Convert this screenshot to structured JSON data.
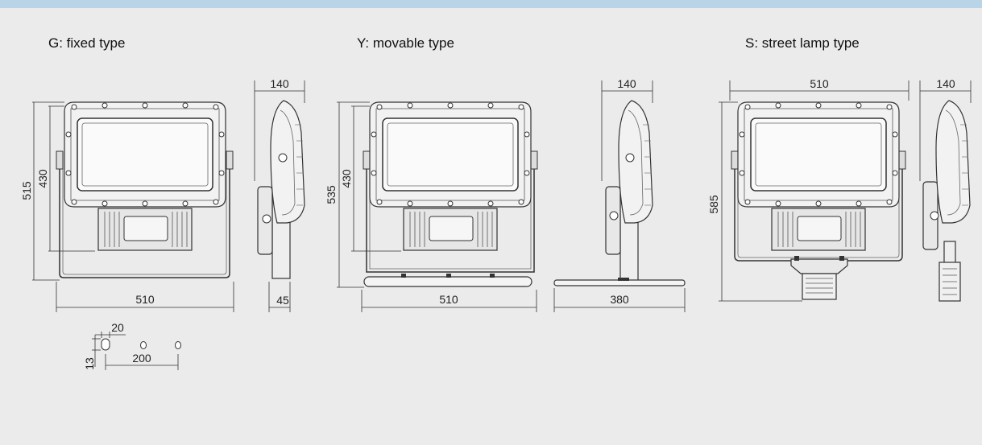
{
  "titles": {
    "fixed": "G: fixed type",
    "movable": "Y: movable type",
    "street": "S: street lamp type"
  },
  "fixed": {
    "dim_width": "510",
    "dim_height_inner": "430",
    "dim_height_total": "515",
    "dim_depth": "140",
    "dim_base": "45"
  },
  "mounting": {
    "dim_hole": "20",
    "dim_hole_height": "13",
    "dim_spacing": "200"
  },
  "movable": {
    "dim_width": "510",
    "dim_height_inner": "430",
    "dim_height_total": "535",
    "dim_depth": "140",
    "dim_base": "380"
  },
  "street": {
    "dim_width": "510",
    "dim_height_total": "585",
    "dim_depth": "140"
  },
  "colors": {
    "background": "#ebebeb",
    "top_bar": "#b9d4e6",
    "line": "#333333"
  }
}
